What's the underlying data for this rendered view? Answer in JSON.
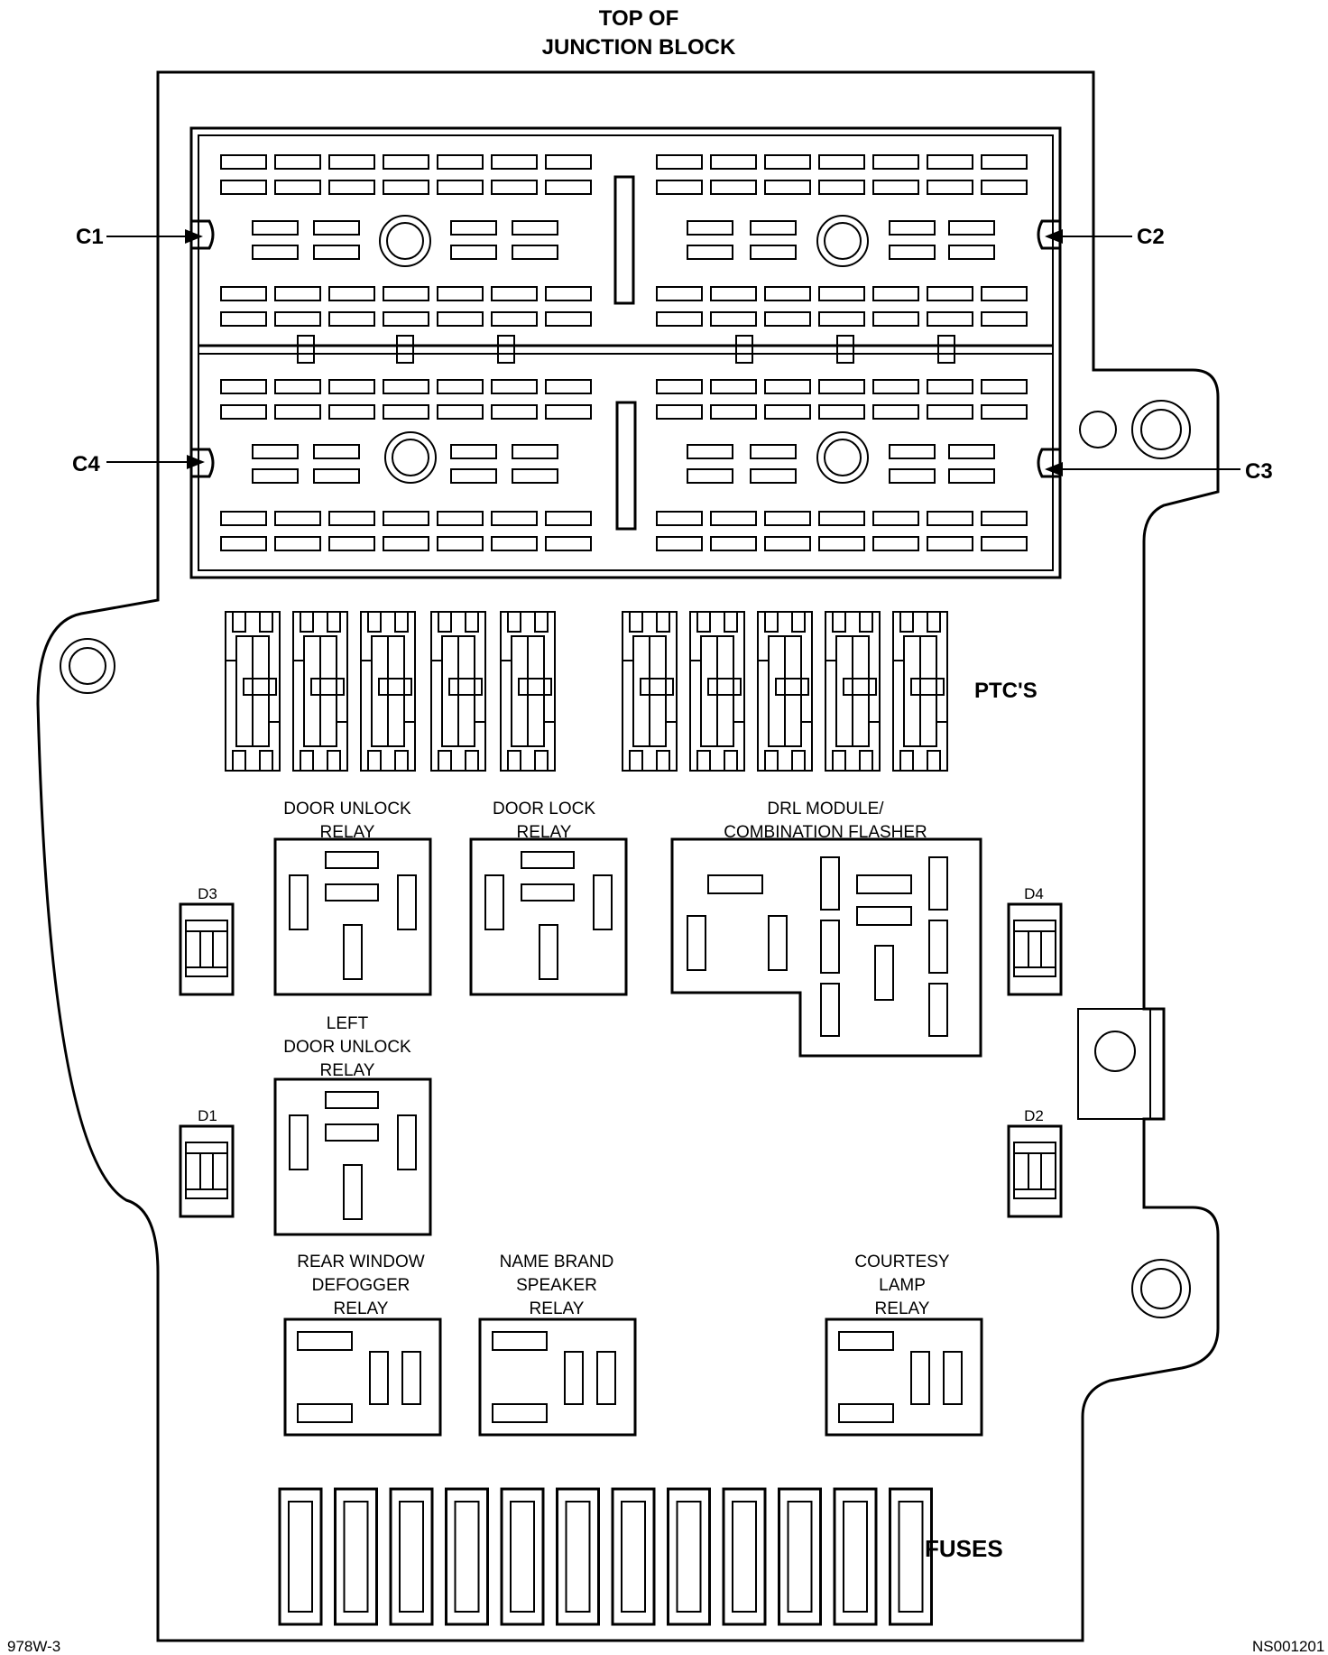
{
  "title": [
    "TOP OF",
    "JUNCTION BLOCK"
  ],
  "connectors": {
    "c1": "C1",
    "c2": "C2",
    "c3": "C3",
    "c4": "C4"
  },
  "ptc_label": "PTC'S",
  "diodes": {
    "d1": "D1",
    "d2": "D2",
    "d3": "D3",
    "d4": "D4"
  },
  "relays": {
    "door_unlock": [
      "DOOR UNLOCK",
      "RELAY"
    ],
    "door_lock": [
      "DOOR LOCK",
      "RELAY"
    ],
    "drl": [
      "DRL MODULE/",
      "COMBINATION FLASHER"
    ],
    "left_door_unlock": [
      "LEFT",
      "DOOR UNLOCK",
      "RELAY"
    ],
    "rear_window": [
      "REAR WINDOW",
      "DEFOGGER",
      "RELAY"
    ],
    "name_brand": [
      "NAME BRAND",
      "SPEAKER",
      "RELAY"
    ],
    "courtesy": [
      "COURTESY",
      "LAMP",
      "RELAY"
    ]
  },
  "fuses_label": "FUSES",
  "footer": {
    "left": "978W-3",
    "right": "NS001201"
  }
}
